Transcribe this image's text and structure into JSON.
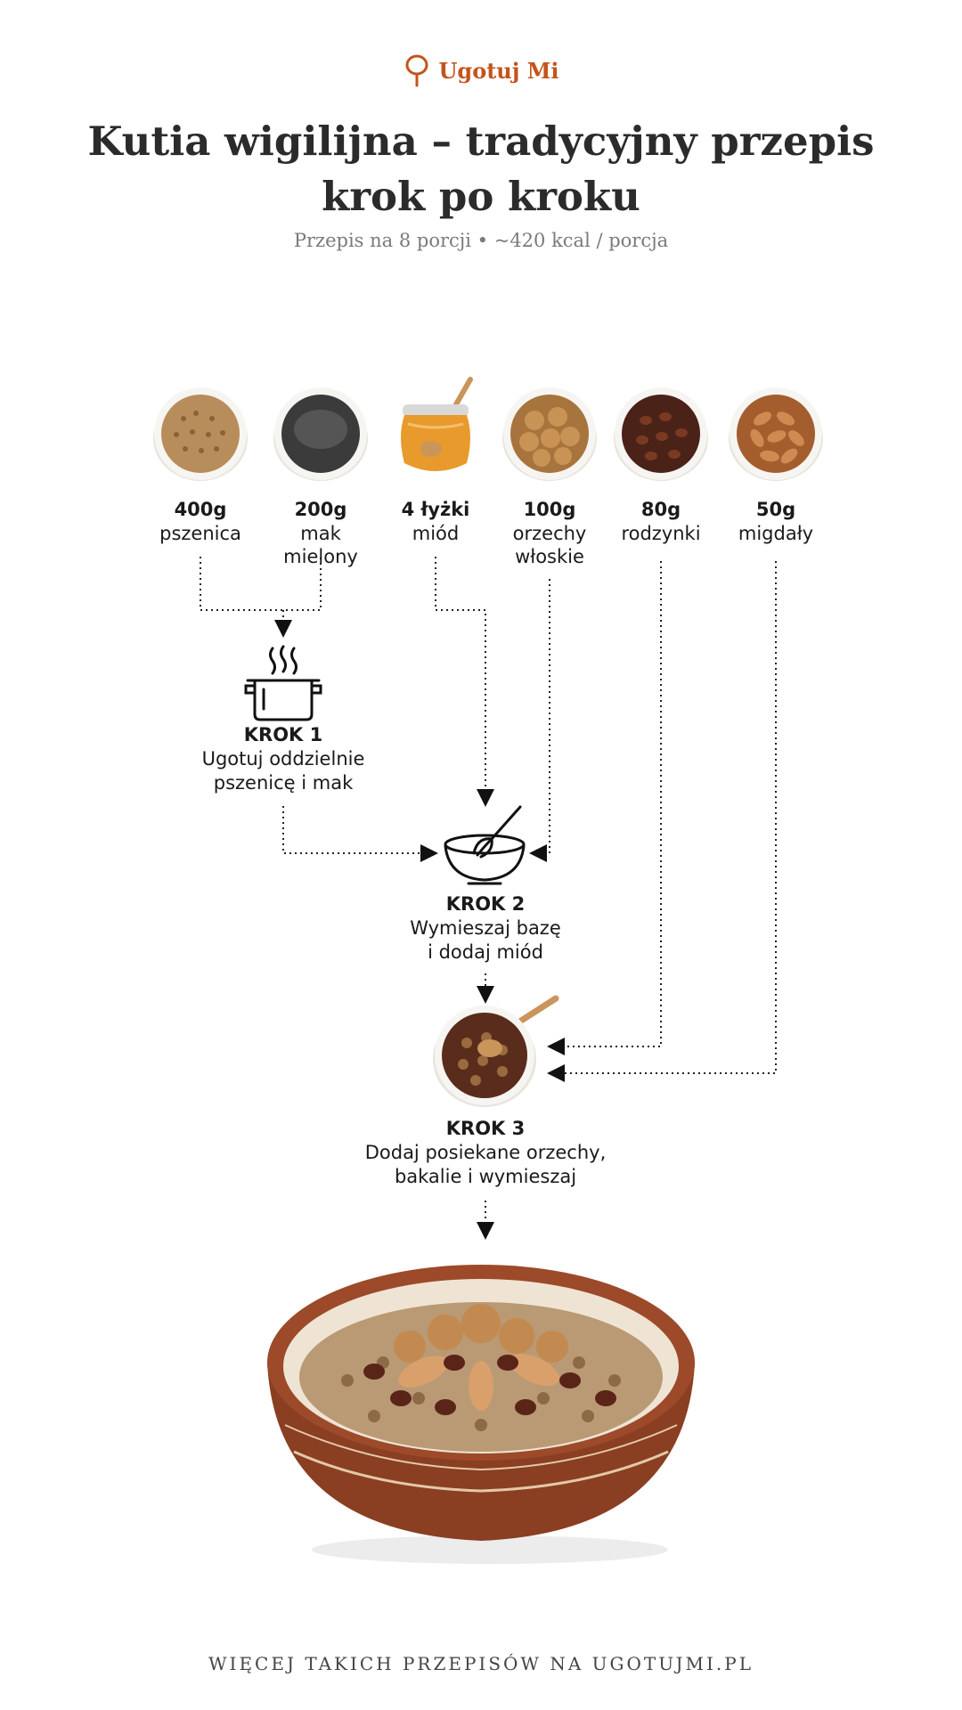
{
  "brand": {
    "name": "Ugotuj Mi",
    "color": "#c4541a",
    "icon": "whisk-pin-icon"
  },
  "title": "Kutia wigilijna – tradycyjny przepis krok po kroku",
  "subtitle": "Przepis na 8 porcji • ~420 kcal / porcja",
  "ingredients": [
    {
      "qty": "400g",
      "name": "pszenica",
      "icon": "wheat-bowl-icon"
    },
    {
      "qty": "200g",
      "name": "mak\nmielony",
      "icon": "poppy-bowl-icon"
    },
    {
      "qty": "4 łyżki",
      "name": "miód",
      "icon": "honey-jar-icon"
    },
    {
      "qty": "100g",
      "name": "orzechy\nwłoskie",
      "icon": "walnut-bowl-icon"
    },
    {
      "qty": "80g",
      "name": "rodzynki",
      "icon": "raisin-bowl-icon"
    },
    {
      "qty": "50g",
      "name": "migdały",
      "icon": "almond-bowl-icon"
    }
  ],
  "steps": [
    {
      "label": "KROK 1",
      "text": "Ugotuj oddzielnie\npszenicę i mak",
      "icon": "cooking-pot-icon"
    },
    {
      "label": "KROK 2",
      "text": "Wymieszaj bazę\ni dodaj miód",
      "icon": "mixing-bowl-icon"
    },
    {
      "label": "KROK 3",
      "text": "Dodaj posiekane orzechy,\nbakalie i wymieszaj",
      "icon": "kutia-bowl-icon"
    }
  ],
  "final_dish": {
    "icon": "finished-kutia-bowl-icon"
  },
  "footer": "WIĘCEJ TAKICH PRZEPISÓW NA UGOTUJMI.PL"
}
